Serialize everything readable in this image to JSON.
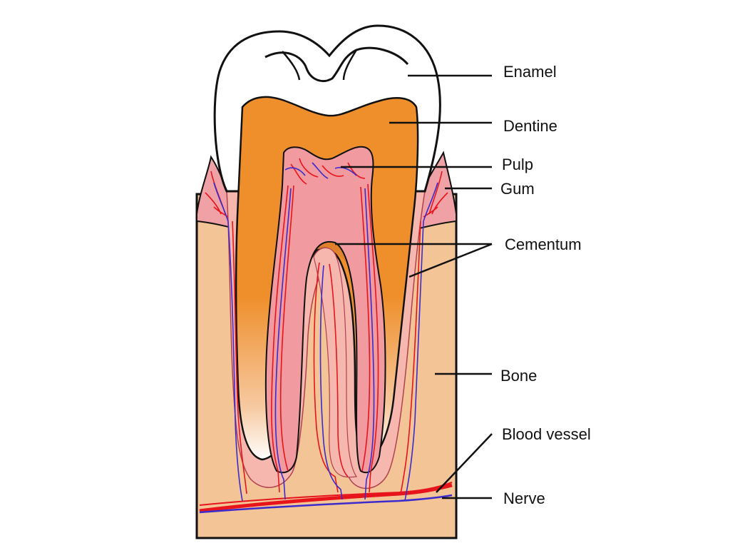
{
  "labels": {
    "enamel": "Enamel",
    "dentine": "Dentine",
    "pulp": "Pulp",
    "gum": "Gum",
    "cementum": "Cementum",
    "bone": "Bone",
    "blood_vessel": "Blood vessel",
    "nerve": "Nerve"
  },
  "colors": {
    "enamel": "#ffffff",
    "dentine": "#ef8f2b",
    "pulp": "#f19aa0",
    "gum": "#f0a1a6",
    "cementum": "#f6b8ae",
    "bone": "#f2c496",
    "blood_vessel": "#e8141c",
    "nerve": "#3b2bcc",
    "outline": "#111111"
  }
}
